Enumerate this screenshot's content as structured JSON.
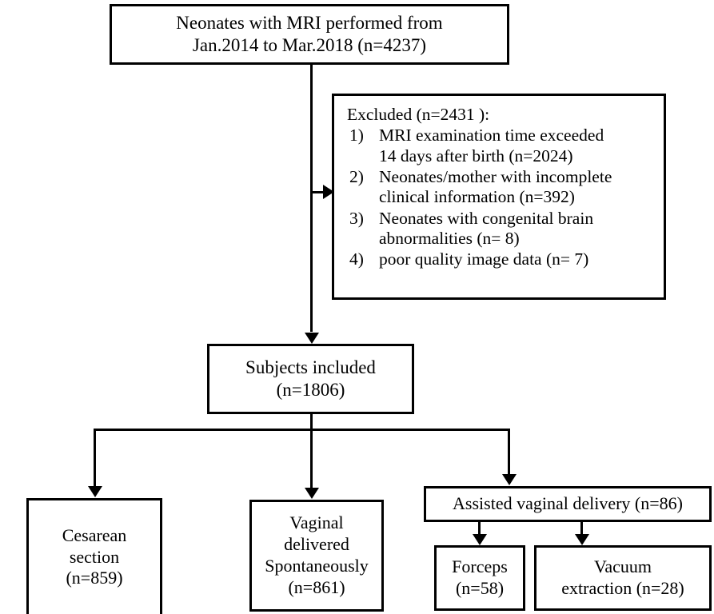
{
  "diagram": {
    "type": "flowchart",
    "title": "Neonatal MRI study participant flow diagram",
    "colors": {
      "stroke": "#000000",
      "background": "#ffffff",
      "text": "#000000"
    },
    "nodes": {
      "enrollment": {
        "line1": "Neonates with MRI performed from",
        "line2": "Jan.2014 to Mar.2018 (n=4237)",
        "count": 4237
      },
      "excluded": {
        "heading": "Excluded (n=2431 ):",
        "count": 2431,
        "items": [
          {
            "num": "1)",
            "line1": "MRI examination time exceeded",
            "line2": "14 days after birth (n=2024)",
            "count": 2024
          },
          {
            "num": "2)",
            "line1": "Neonates/mother with incomplete",
            "line2": "clinical information (n=392)",
            "count": 392
          },
          {
            "num": "3)",
            "line1": "Neonates with congenital brain",
            "line2": "abnormalities (n= 8)",
            "count": 8
          },
          {
            "num": "4)",
            "line1": "poor quality image data (n= 7)",
            "line2": "",
            "count": 7
          }
        ]
      },
      "included": {
        "line1": "Subjects included",
        "line2": "(n=1806)",
        "count": 1806
      },
      "cesarean": {
        "line1": "Cesarean",
        "line2": "section",
        "line3": "(n=859)",
        "count": 859
      },
      "vaginal": {
        "line1": "Vaginal",
        "line2": "delivered",
        "line3": "Spontaneously",
        "line4": "(n=861)",
        "count": 861
      },
      "assisted": {
        "line1": "Assisted vaginal  delivery  (n=86)",
        "count": 86
      },
      "forceps": {
        "line1": "Forceps",
        "line2": "(n=58)",
        "count": 58
      },
      "vacuum": {
        "line1": "Vacuum",
        "line2": "extraction (n=28)",
        "count": 28
      }
    }
  }
}
